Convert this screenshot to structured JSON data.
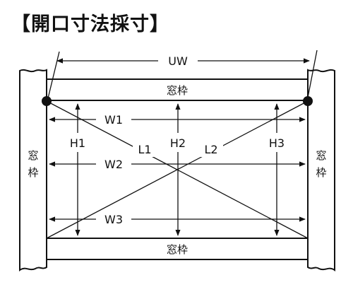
{
  "title": "【開口寸法採寸】",
  "frame_labels": {
    "top": "窓枠",
    "bottom": "窓枠",
    "left": [
      "窓",
      "枠"
    ],
    "right": [
      "窓",
      "枠"
    ]
  },
  "measurements": {
    "uw": "UW",
    "w1": "W1",
    "w2": "W2",
    "w3": "W3",
    "h1": "H1",
    "h2": "H2",
    "h3": "H3",
    "l1": "L1",
    "l2": "L2"
  },
  "colors": {
    "line": "#111111",
    "background": "#ffffff"
  }
}
